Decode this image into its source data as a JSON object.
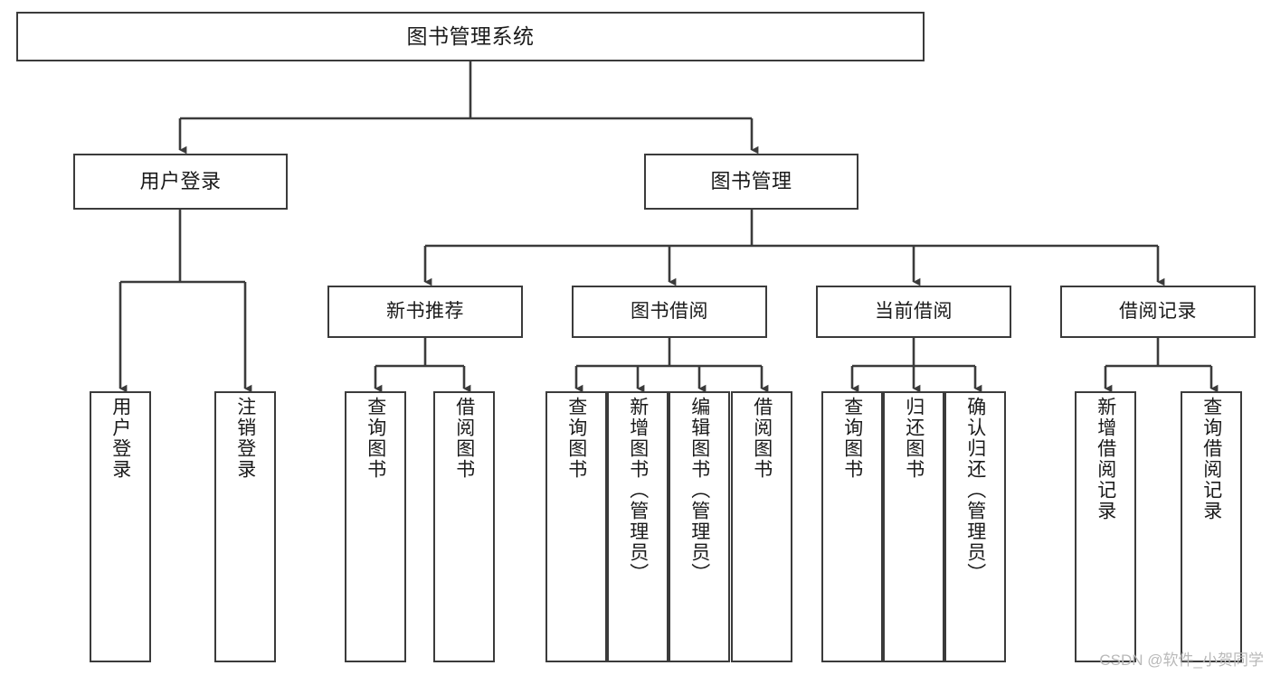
{
  "diagram": {
    "title": "图书管理系统",
    "watermark": "CSDN @软件_小贺同学",
    "colors": {
      "stroke": "#3b3b3b",
      "fill": "#ffffff",
      "text": "#1a1a1a",
      "watermark": "#b9b9b9"
    },
    "root": {
      "label": "图书管理系统"
    },
    "level1": [
      {
        "label": "用户登录"
      },
      {
        "label": "图书管理"
      }
    ],
    "level2": [
      {
        "label": "新书推荐"
      },
      {
        "label": "图书借阅"
      },
      {
        "label": "当前借阅"
      },
      {
        "label": "借阅记录"
      }
    ],
    "leaves": {
      "user_login": [
        {
          "label": "用户登录"
        },
        {
          "label": "注销登录"
        }
      ],
      "new_book": [
        {
          "label": "查询图书"
        },
        {
          "label": "借阅图书"
        }
      ],
      "book_borrow": [
        {
          "label": "查询图书"
        },
        {
          "label": "新增图书（管理员）"
        },
        {
          "label": "编辑图书（管理员）"
        },
        {
          "label": "借阅图书"
        }
      ],
      "current_borrow": [
        {
          "label": "查询图书"
        },
        {
          "label": "归还图书"
        },
        {
          "label": "确认归还（管理员）"
        }
      ],
      "borrow_record": [
        {
          "label": "新增借阅记录"
        },
        {
          "label": "查询借阅记录"
        }
      ]
    }
  }
}
